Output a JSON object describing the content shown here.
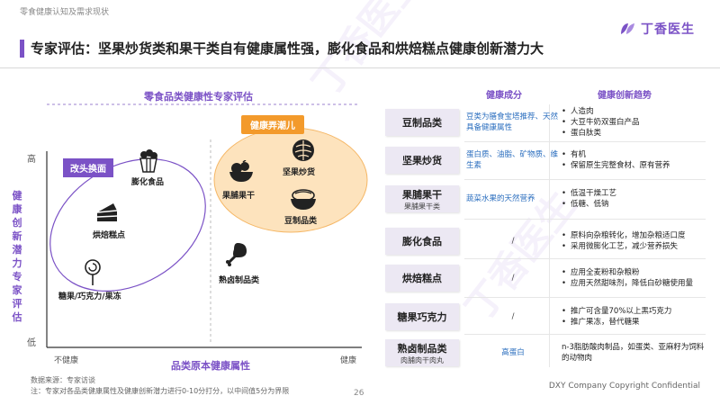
{
  "header": {
    "breadcrumb": "零食健康认知及需求现状",
    "title": "专家评估：坚果炒货类和果干类自有健康属性强，膨化食品和烘焙糕点健康创新潜力大",
    "logo_text": "丁香医生",
    "watermark": "丁香医生"
  },
  "chart": {
    "title": "零食品类健康性专家评估",
    "y_axis_label": "健康创新潜力专家评估",
    "y_high": "高",
    "y_low": "低",
    "x_axis_label": "品类原本健康属性",
    "x_low": "不健康",
    "x_high": "健康",
    "groups": {
      "makeover": "改头换面",
      "trendy": "健康弄潮儿"
    },
    "items": {
      "puffed": "膨化食品",
      "bakery": "烘焙糕点",
      "candy": "糖果/巧克力/果冻",
      "dried_fruit": "果脯果干",
      "nuts": "坚果炒货",
      "soy": "豆制品类",
      "meat": "熟卤制品类"
    },
    "accent": "#7b52c6",
    "orange": "#f39a2b"
  },
  "table": {
    "col_components": "健康成分",
    "col_trends": "健康创新趋势",
    "rows": [
      {
        "name": "豆制品类",
        "sub": "",
        "components": "豆类为膳食宝塔推荐、天然具备健康属性",
        "trends": [
          "人造肉",
          "大豆牛奶双蛋白产品",
          "蛋白肽类"
        ]
      },
      {
        "name": "坚果炒货",
        "sub": "",
        "components": "蛋白质、油脂、矿物质、维生素",
        "trends": [
          "有机",
          "保留原生完整食材、原有营养"
        ]
      },
      {
        "name": "果脯果干",
        "sub": "果脯果干类",
        "components": "蔬菜水果的天然营养",
        "trends": [
          "低温干燥工艺",
          "低糖、低钠"
        ]
      },
      {
        "name": "膨化食品",
        "sub": "",
        "components": "/",
        "trends": [
          "原料向杂粮转化，增加杂粮适口度",
          "采用微膨化工艺，减少营养损失"
        ]
      },
      {
        "name": "烘焙糕点",
        "sub": "",
        "components": "/",
        "trends": [
          "应用全麦粉和杂粮粉",
          "应用天然甜味剂，降低白砂糖使用量"
        ]
      },
      {
        "name": "糖果巧克力",
        "sub": "",
        "components": "/",
        "trends": [
          "推广可含量70%以上黑巧克力",
          "推广果冻，替代糖果"
        ]
      },
      {
        "name": "熟卤制品类",
        "sub": "肉脯肉干肉丸",
        "components": "高蛋白",
        "trends": [
          "n-3脂肪酸肉制品，如蛋类、亚麻籽为饲料的动物肉"
        ]
      }
    ]
  },
  "footer": {
    "source": "数据来源：专家访谈",
    "note": "注：专家对各品类健康属性及健康创新潜力进行0-10分打分，以中间值5分为界限",
    "page": "26",
    "copyright": "DXY Company Copyright Confidential"
  }
}
